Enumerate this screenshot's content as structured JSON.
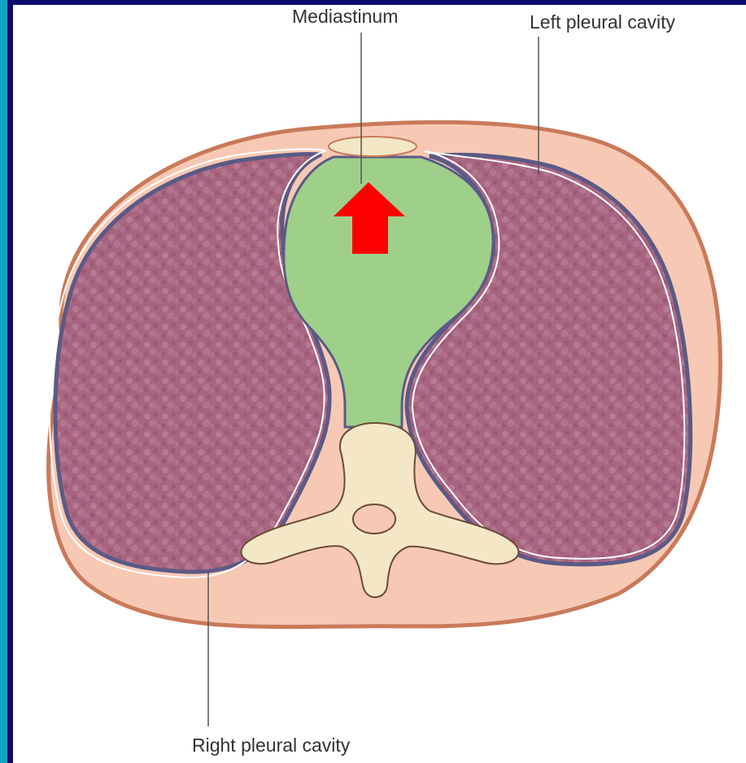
{
  "labels": {
    "mediastinum": "Mediastinum",
    "left_pleural_cavity": "Left pleural cavity",
    "right_pleural_cavity": "Right pleural cavity"
  },
  "colors": {
    "background": "#0d0a6e",
    "accent_bar": "#12a6c4",
    "body_wall": "#f7c9b4",
    "body_outline": "#c97a5a",
    "lung": "#a86580",
    "mediastinum": "#9fd08a",
    "bone": "#f3e7c5",
    "pleura": "#5b5a86",
    "arrow": "#ff0000"
  }
}
